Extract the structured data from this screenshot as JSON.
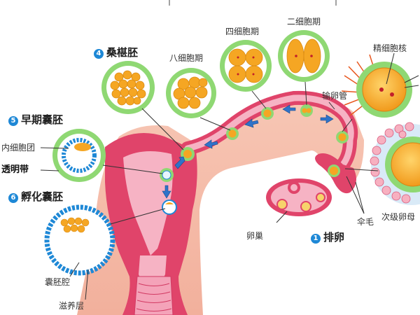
{
  "labels": {
    "four_cell": "四细胞期",
    "two_cell": "二细胞期",
    "eight_cell": "八细胞期",
    "sperm_nucleus": "精细胞核",
    "oviduct": "输卵管",
    "inner_cell_mass": "内细胞团",
    "zona_pellucida": "透明带",
    "ovary": "卵巢",
    "fimbriae": "伞毛",
    "secondary_oocyte": "次级卵母",
    "blastocoel": "囊胚腔",
    "trophoblast": "滋养层"
  },
  "stages": {
    "morula": {
      "num": "4",
      "label": "桑椹胚"
    },
    "early_blastocyst": {
      "num": "5",
      "label": "早期囊胚"
    },
    "hatched_blastocyst": {
      "num": "6",
      "label": "孵化囊胚"
    },
    "ovulation": {
      "num": "1",
      "label": "排卵"
    }
  },
  "colors": {
    "zona_ring": "#8fd873",
    "cell_fill": "#f5a623",
    "uterus_wall": "#e0446a",
    "uterus_inner": "#f6b3c4",
    "blastocyst_ring": "#1e88d6",
    "arrow": "#2f73c9"
  }
}
